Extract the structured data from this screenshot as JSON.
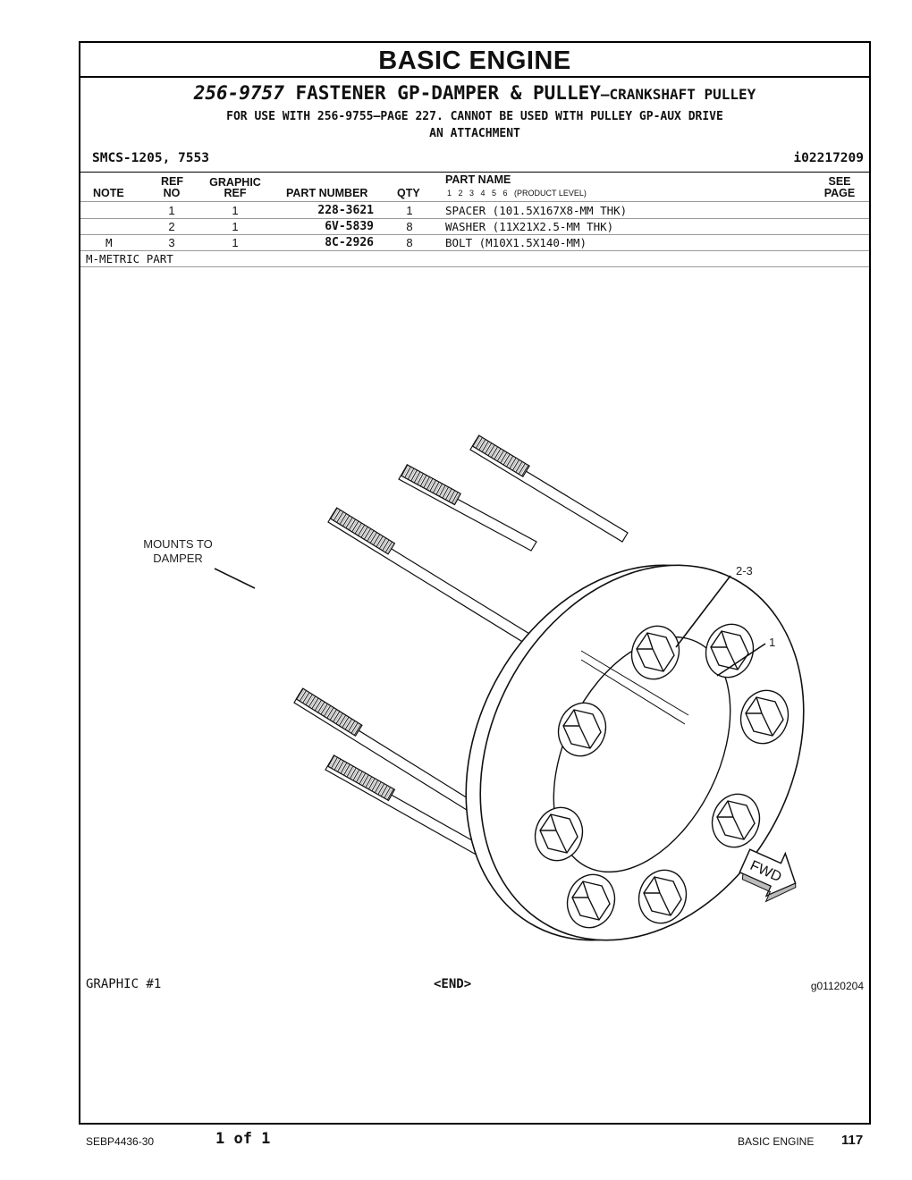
{
  "section_title": "BASIC ENGINE",
  "group": {
    "number": "256-9757",
    "name": "FASTENER GP-DAMPER & PULLEY",
    "subname": "—CRANKSHAFT PULLEY",
    "note_line1": "FOR USE WITH 256-9755—PAGE 227. CANNOT BE USED WITH PULLEY GP-AUX DRIVE",
    "note_line2": "AN ATTACHMENT"
  },
  "smcs": "SMCS-1205, 7553",
  "illustration_id": "i02217209",
  "table": {
    "headers": {
      "note": "NOTE",
      "ref_top": "REF",
      "ref_bottom": "NO",
      "graphic_top": "GRAPHIC",
      "graphic_bottom": "REF",
      "part_number": "PART NUMBER",
      "qty": "QTY",
      "part_name": "PART NAME",
      "levels": "1   2   3   4   5   6   (PRODUCT LEVEL)",
      "see_top": "SEE",
      "see_bottom": "PAGE"
    },
    "rows": [
      {
        "note": "",
        "ref": "1",
        "graphic": "1",
        "part_number": "228-3621",
        "qty": "1",
        "name": "SPACER (101.5X167X8-MM THK)"
      },
      {
        "note": "",
        "ref": "2",
        "graphic": "1",
        "part_number": "6V-5839",
        "qty": "8",
        "name": "WASHER (11X21X2.5-MM THK)"
      },
      {
        "note": "M",
        "ref": "3",
        "graphic": "1",
        "part_number": "8C-2926",
        "qty": "8",
        "name": "BOLT (M10X1.5X140-MM)"
      }
    ],
    "footnote": "M-METRIC PART"
  },
  "graphic": {
    "callout_mounts_line1": "MOUNTS TO",
    "callout_mounts_line2": "DAMPER",
    "callout_washer_bolt": "2-3",
    "callout_spacer": "1",
    "fwd_label": "FWD",
    "caption": "GRAPHIC #1",
    "end_marker": "<END>",
    "graphic_id": "g01120204"
  },
  "footer": {
    "doc_number": "SEBP4436-30",
    "page_of": "1 of 1",
    "section": "BASIC ENGINE",
    "page_number": "117"
  }
}
